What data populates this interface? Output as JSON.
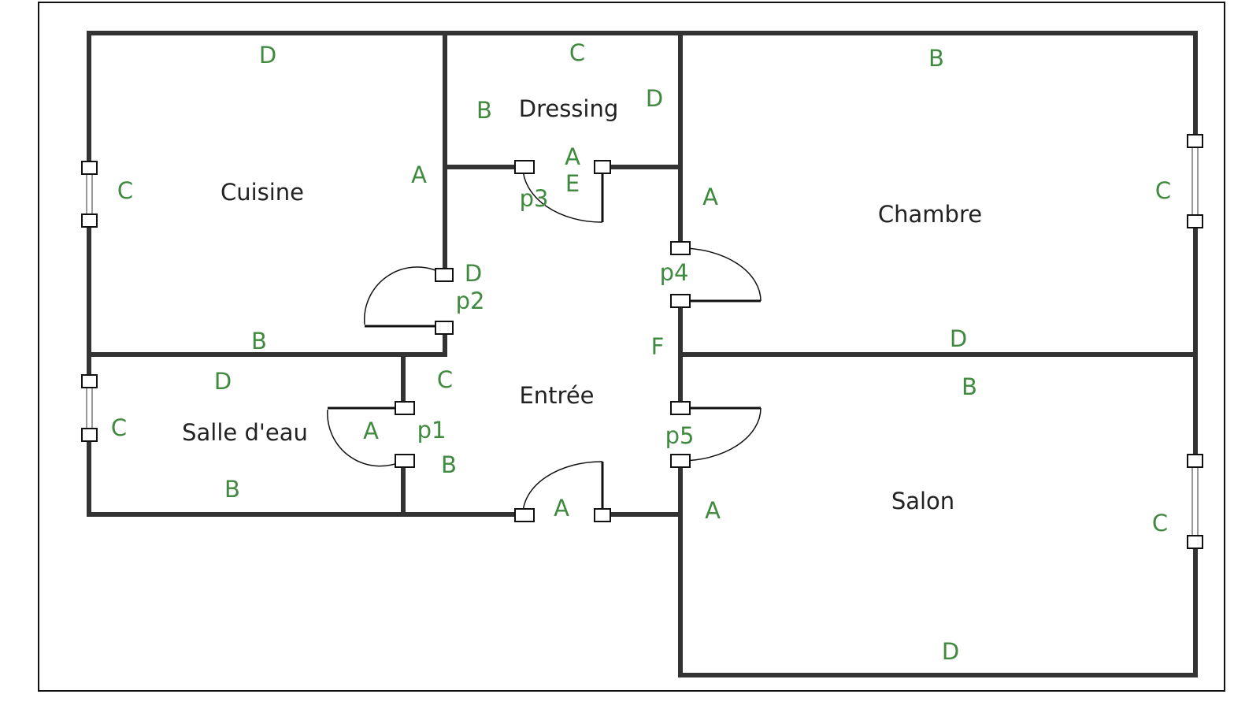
{
  "rooms": {
    "cuisine": "Cuisine",
    "dressing": "Dressing",
    "chambre": "Chambre",
    "salle_eau": "Salle d'eau",
    "entree": "Entrée",
    "salon": "Salon"
  },
  "doors": {
    "p1": "p1",
    "p2": "p2",
    "p3": "p3",
    "p4": "p4",
    "p5": "p5"
  },
  "sides": {
    "cuisine_top": "D",
    "cuisine_left": "C",
    "cuisine_right": "A",
    "cuisine_bottom": "B",
    "cuisine_door": "D",
    "dressing_top": "C",
    "dressing_left": "B",
    "dressing_right": "D",
    "dressing_bottom": "A",
    "dressing_door": "E",
    "chambre_top": "B",
    "chambre_right": "C",
    "chambre_left": "A",
    "chambre_bottom": "D",
    "entree_f": "F",
    "entree_c": "C",
    "entree_b": "B",
    "entree_a": "A",
    "salle_top": "D",
    "salle_left": "C",
    "salle_right": "A",
    "salle_bottom": "B",
    "salon_top": "B",
    "salon_left": "A",
    "salon_right": "C",
    "salon_bottom": "D"
  }
}
